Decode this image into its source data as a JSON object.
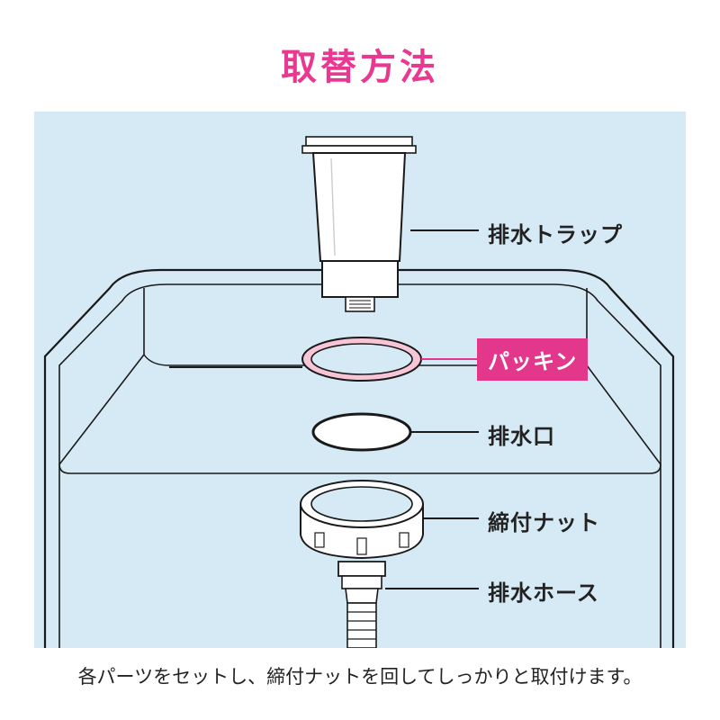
{
  "title": "取替方法",
  "colors": {
    "title": "#e8388f",
    "panel_bg": "#d6eaf5",
    "packing_fill": "#f7c5d6",
    "highlight_bg": "#e2378b",
    "outline": "#1a1a1a"
  },
  "labels": {
    "trap": "排水トラップ",
    "packing": "パッキン",
    "drain_port": "排水口",
    "nut": "締付ナット",
    "hose": "排水ホース"
  },
  "caption": "各パーツをセットし、締付ナットを回してしっかりと取付けます。"
}
